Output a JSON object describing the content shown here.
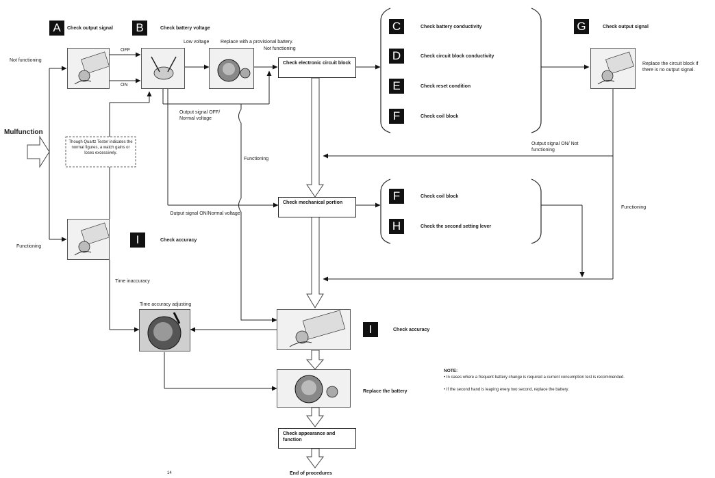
{
  "steps": {
    "A": {
      "letter": "A",
      "label": "Check output signal"
    },
    "B": {
      "letter": "B",
      "label": "Check battery voltage"
    },
    "C": {
      "letter": "C",
      "label": "Check battery conductivity"
    },
    "D": {
      "letter": "D",
      "label": "Check circuit block conductivity"
    },
    "E": {
      "letter": "E",
      "label": "Check reset condition"
    },
    "F1": {
      "letter": "F",
      "label": "Check coil block"
    },
    "G": {
      "letter": "G",
      "label": "Check output signal"
    },
    "F2": {
      "letter": "F",
      "label": "Check coil block"
    },
    "H": {
      "letter": "H",
      "label": "Check the second setting lever"
    },
    "I1": {
      "letter": "I",
      "label": "Check accuracy"
    },
    "I2": {
      "letter": "I",
      "label": "Check accuracy"
    }
  },
  "boxes": {
    "electronic": "Check electronic circuit block",
    "mechanical": "Check mechanical portion",
    "appearance": "Check appearance and function"
  },
  "labels": {
    "malfunction": "Mulfunction",
    "not_functioning": "Not functioning",
    "functioning_left": "Functioning",
    "off": "OFF",
    "on": "ON",
    "low_voltage": "Low voltage",
    "replace_provisional": "Replace with a provisional battery.",
    "not_functioning_top": "Not functioning",
    "output_off_normal": "Output signal OFF/ Normal voltage",
    "functioning_mid": "Functioning",
    "output_on_normal": "Output signal ON/Normal voltage",
    "output_on_not_functioning": "Output signal ON/ Not functioning",
    "functioning_right": "Functioning",
    "replace_circuit_block": "Replace the circuit block if there is no output signal.",
    "time_inaccuracy": "Time inaccuracy",
    "time_accuracy_adjusting": "Time accuracy adjusting",
    "replace_battery": "Replace the battery",
    "end": "End of procedures",
    "quartz_note": "Though Quartz Tester indicates the normal figures, a watch gains or loses excessively.",
    "page_mark": "14"
  },
  "note": {
    "title": "NOTE:",
    "items": [
      "In cases where a frequent battery change is required a current consumption test is recommended.",
      "If the second hand is leaping every two second, replace the battery."
    ]
  },
  "colors": {
    "ink": "#111111",
    "paper": "#ffffff",
    "photo": "#f1f1f1"
  }
}
